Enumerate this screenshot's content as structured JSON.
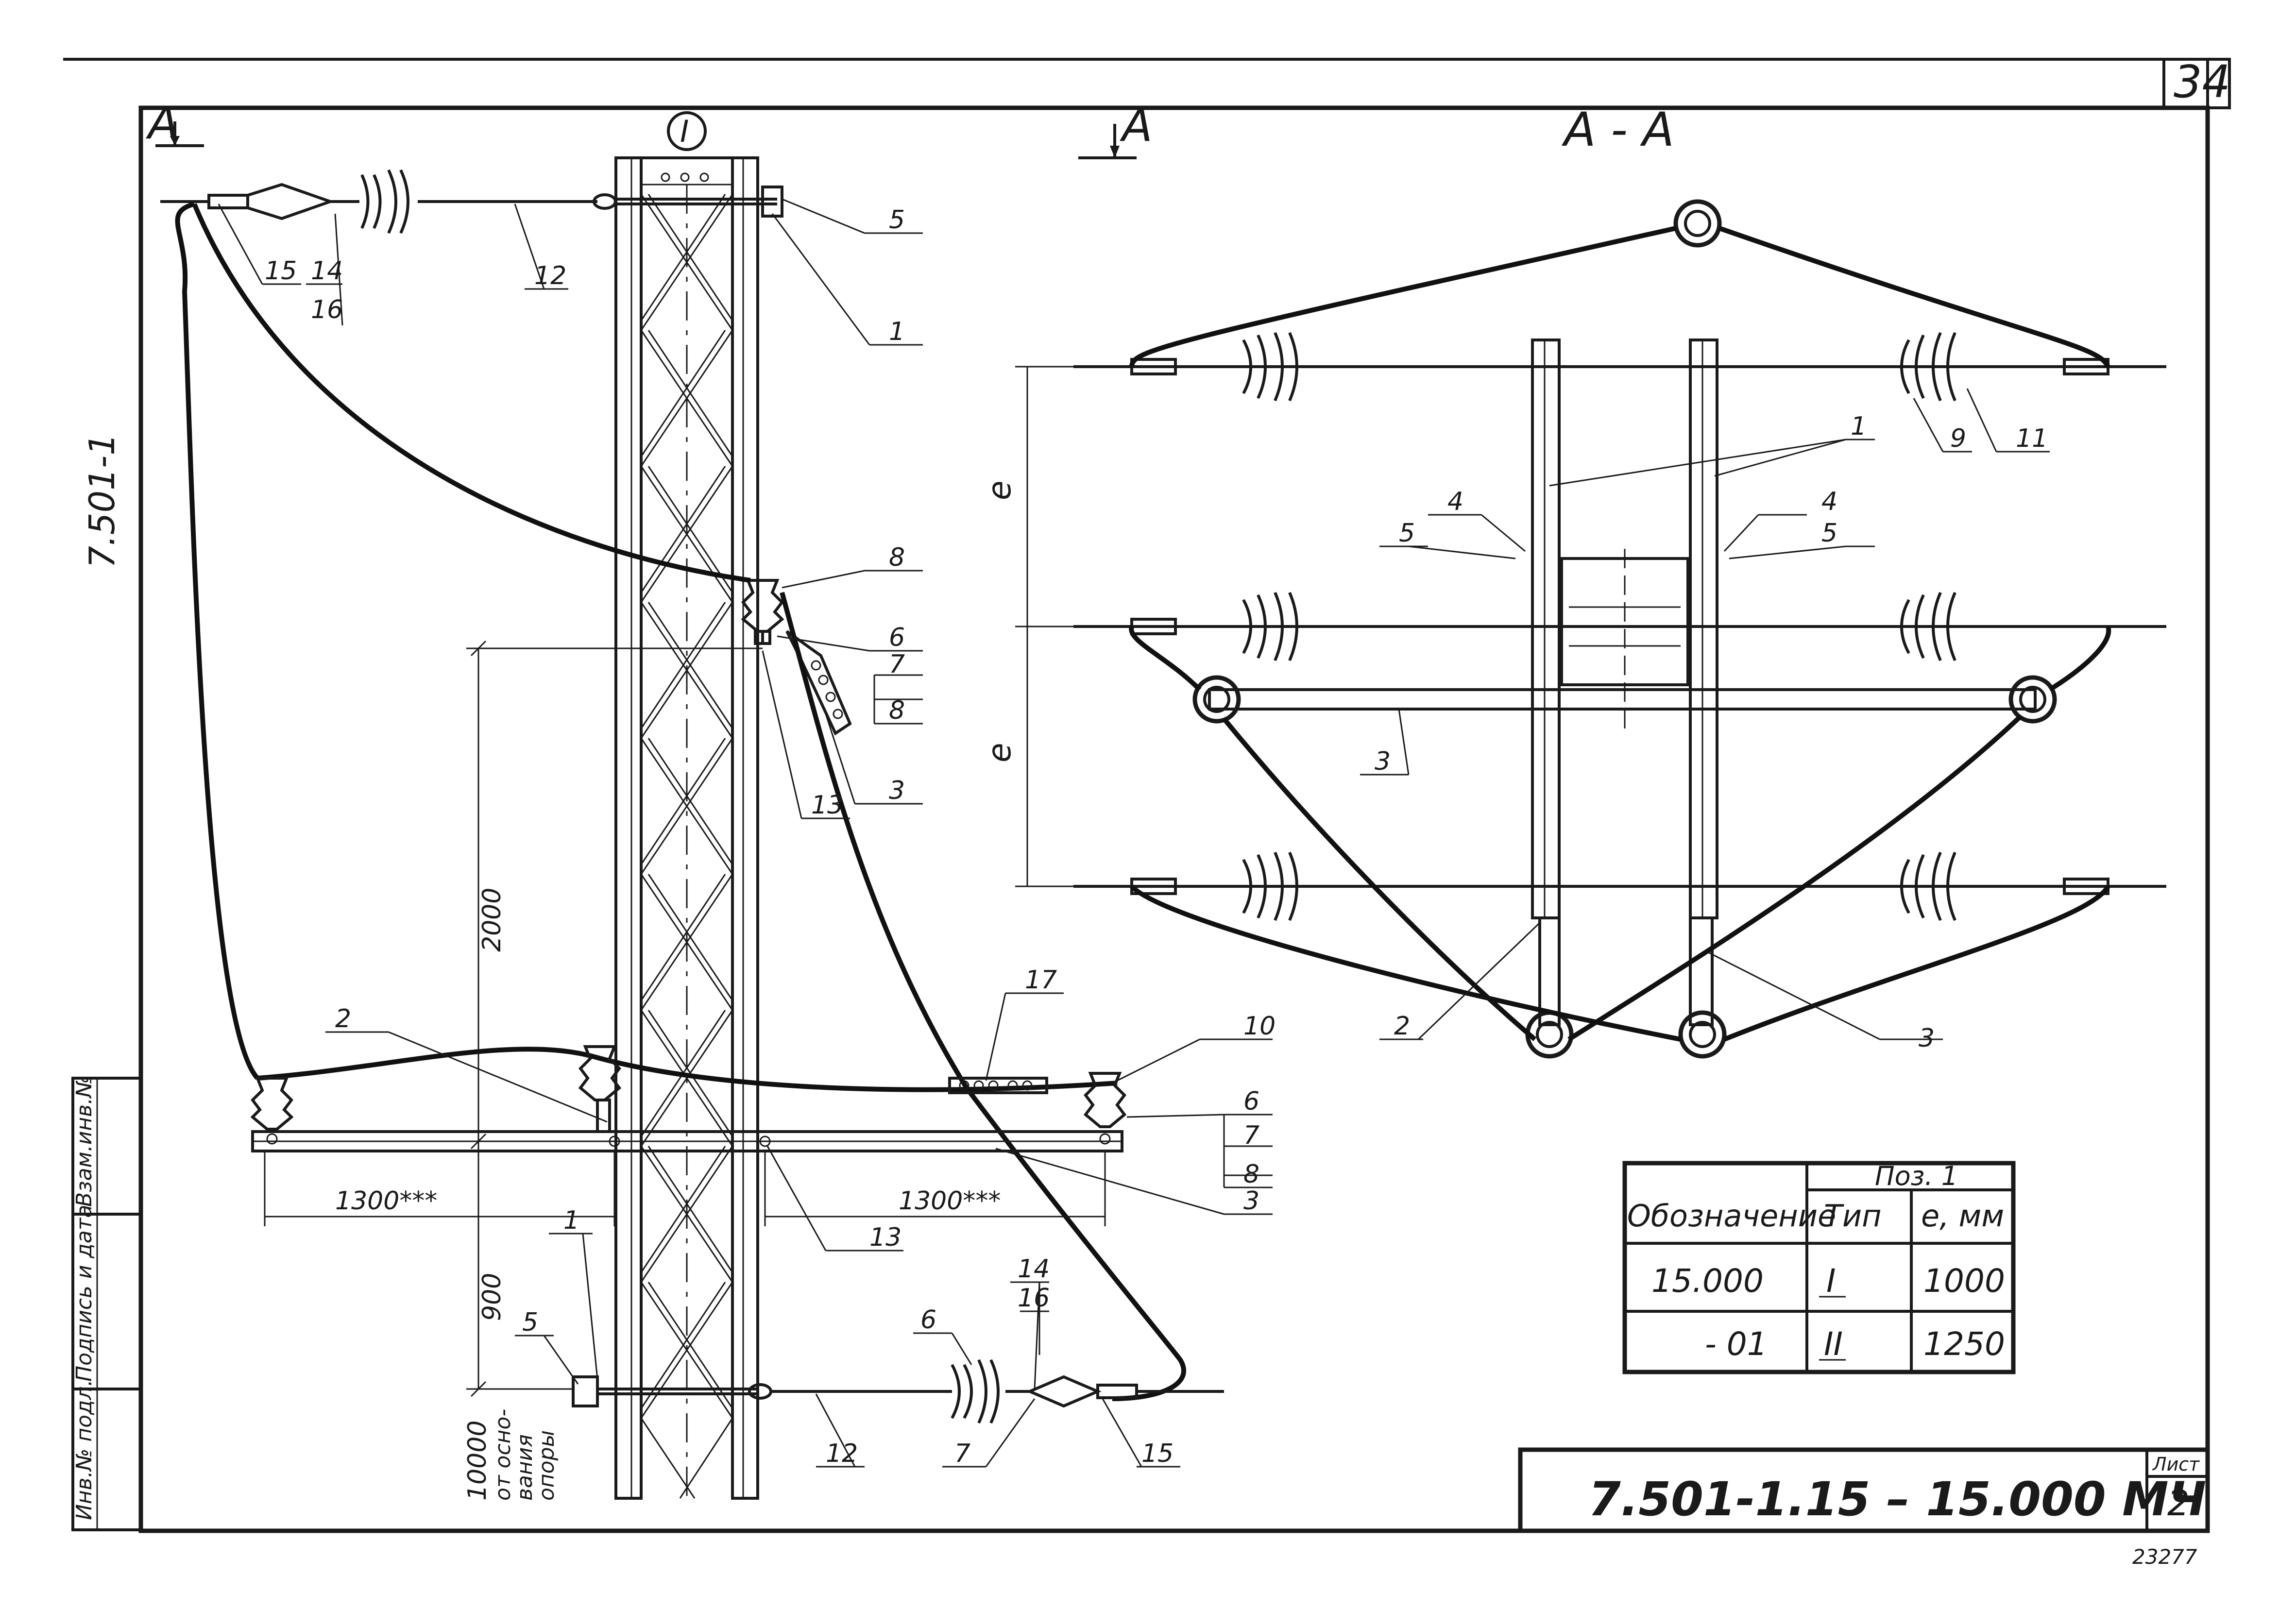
{
  "sheet": {
    "page_corner": "34",
    "list_label": "Лист",
    "list_number": "2",
    "doc_code": "7.501-1.15 – 15.000 МЧ",
    "archive_no": "23277",
    "side_code": "7.501-1",
    "section_marker": "A",
    "section_title": "A - A",
    "pole_mark": "I"
  },
  "stamp_column": {
    "cells": [
      "Инв.№ подл.",
      "Подпись и дата",
      "Взам.инв.№"
    ]
  },
  "front_view": {
    "callouts": {
      "c15_top": "15",
      "c14_top": "14",
      "c16_top": "16",
      "c12_top": "12",
      "c5_top": "5",
      "c1_top": "1",
      "c8": "8",
      "c6_mid": "6",
      "c7_mid": "7",
      "c8_mid": "8",
      "c13_mid": "13",
      "c3_mid": "3",
      "c2": "2",
      "c17": "17",
      "c10": "10",
      "c6_low": "6",
      "c7_low": "7",
      "c8_low": "8",
      "c3_low": "3",
      "c13_low": "13",
      "c1_low": "1",
      "c5_low": "5",
      "c6_bot": "6",
      "c14_bot": "14",
      "c16_bot": "16",
      "c12_bot": "12",
      "c7_bot": "7",
      "c15_bot": "15"
    },
    "dims": {
      "d2000": "2000",
      "d900": "900",
      "d10000": "10000",
      "base_note_1": "от осно-",
      "base_note_2": "вания",
      "base_note_3": "опоры",
      "span_left": "1300***",
      "span_right": "1300***"
    }
  },
  "section_view": {
    "callouts": {
      "c1": "1",
      "c9": "9",
      "c11": "11",
      "c4_left": "4",
      "c5_left": "5",
      "c4_right": "4",
      "c5_right": "5",
      "c3_left": "3",
      "c2": "2",
      "c3_right": "3"
    },
    "dim_e_top": "e",
    "dim_e_bottom": "e"
  },
  "table": {
    "col_designation": "Обозначение",
    "group_header": "Поз. 1",
    "col_type": "Тип",
    "col_length": "e, мм",
    "rows": [
      {
        "designation": "15.000",
        "type": "I",
        "length": "1000"
      },
      {
        "designation": "- 01",
        "type": "II",
        "length": "1250"
      }
    ]
  }
}
